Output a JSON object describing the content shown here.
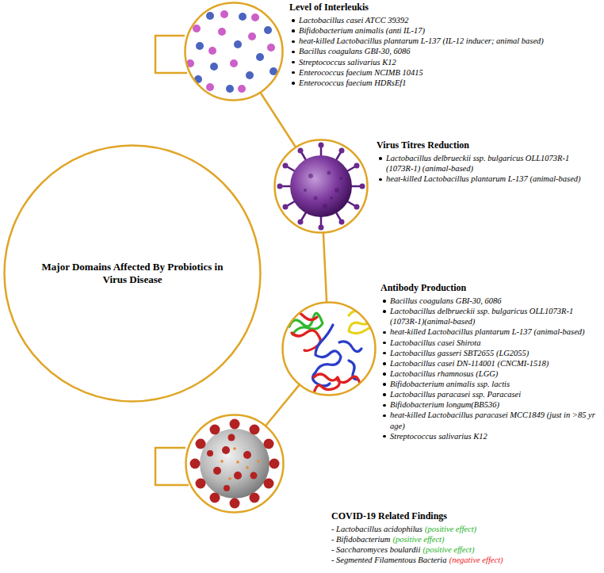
{
  "diagram": {
    "nodes": [
      {
        "text": [
          "Major Domains Affected By Probiotics in Virus Disease"
        ]
      },
      {
        "text": [
          "Level of Interleukis",
          "Lactobacillus casei ATCC 39392",
          "Bifidobacterium animalis (anti IL-17)",
          "heat-killed Lactobacillus plantarum L-137 (IL-12 inducer; animal based)",
          "Bacillus coagulans GBI-30, 6086",
          "Streptococcus salivarius K12",
          "Enterococcus faecium NCIMB 10415",
          "Enterococcus faecium HDRsEf1"
        ]
      },
      {
        "text": [
          "Virus Titres Reduction",
          "Lactobacillus delbrueckii ssp. bulgaricus OLL1073R-1 (1073R-1) (animal-based)",
          "heat-killed Lactobacillus plantarum L-137 (animal-based)"
        ]
      },
      {
        "text": [
          "Antibody Production",
          "Bacillus coagulans GBI-30, 6086",
          "Lactobacillus delbrueckii ssp. bulgaricus OLL1073R-1 (1073R-1)(animal-based)",
          "heat-killed Lactobacillus plantarum L-137 (animal-based)",
          "Lactobacillus casei Shirota",
          "Lactobacillus gasseri SBT2655 (LG2055)",
          "Lactobacillus casei DN-114001 (CNCMI-1518)",
          "Lactobacillus rhamnosus (LGG)",
          "Bifidobacterium animalis ssp. lactis",
          "Lactobacillus paracasei ssp. Paracasei",
          "Bifidobacterium longum(BB536)",
          "heat-killed Lactobacillus paracasei MCC1849 (just in >85 yr age)",
          "Streptococcus salivarius K12"
        ]
      },
      {
        "text": [
          "COVID-19 Related Findings",
          "- Lactobacillus acidophilus",
          "(positive effect)",
          "- Bifidobacterium",
          "(positive effect)",
          "- Saccharomyces boulardii",
          "(positive effect)",
          "- Segmented Filamentous Bacteria",
          "(negative effect)"
        ]
      }
    ],
    "edges": [
      {
        "from": 1,
        "to": 2,
        "arrow": "none"
      },
      {
        "from": 2,
        "to": 3,
        "arrow": "none"
      },
      {
        "from": 3,
        "to": 4,
        "arrow": "none"
      }
    ]
  }
}
